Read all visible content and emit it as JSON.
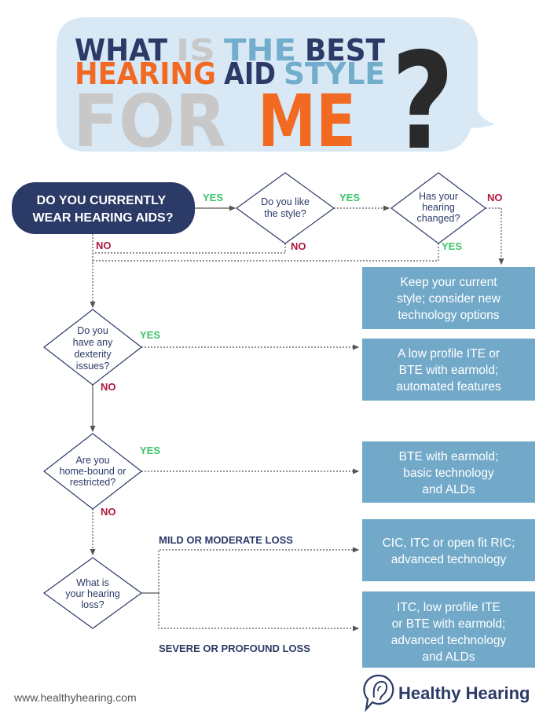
{
  "title": {
    "line1": [
      "WHAT",
      "IS",
      "THE",
      "BEST"
    ],
    "line2": [
      "HEARING",
      "AID",
      "STYLE"
    ],
    "line3": [
      "FOR",
      "ME",
      "?"
    ]
  },
  "colors": {
    "navy": "#2b3a67",
    "orange": "#f26a22",
    "light_blue": "#72aecb",
    "gray": "#c8c8c8",
    "box": "#72a9c9",
    "bubble": "#d9e8f5",
    "yes": "#3cc46a",
    "no": "#b0183d"
  },
  "start": [
    "DO YOU CURRENTLY",
    "WEAR HEARING AIDS?"
  ],
  "questions": {
    "like_style": [
      "Do you like",
      "the style?"
    ],
    "hearing_changed": [
      "Has your",
      "hearing",
      "changed?"
    ],
    "dexterity": [
      "Do you",
      "have any",
      "dexterity",
      "issues?"
    ],
    "home_bound": [
      "Are you",
      "home-bound or",
      "restricted?"
    ],
    "hearing_loss": [
      "What is",
      "your hearing",
      "loss?"
    ]
  },
  "labels": {
    "yes": "YES",
    "no": "NO",
    "mild": "MILD OR MODERATE LOSS",
    "severe": "SEVERE OR PROFOUND LOSS"
  },
  "results": [
    [
      "Keep your current",
      "style; consider new",
      "technology options"
    ],
    [
      "A low profile ITE or",
      "BTE with earmold;",
      "automated features"
    ],
    [
      "BTE with earmold;",
      "basic technology",
      "and ALDs"
    ],
    [
      "CIC, ITC or open fit RIC;",
      "advanced technology"
    ],
    [
      "ITC, low profile ITE",
      "or BTE with earmold;",
      "advanced technology",
      "and ALDs"
    ]
  ],
  "footer": {
    "url": "www.healthyhearing.com",
    "brand": "Healthy Hearing"
  }
}
